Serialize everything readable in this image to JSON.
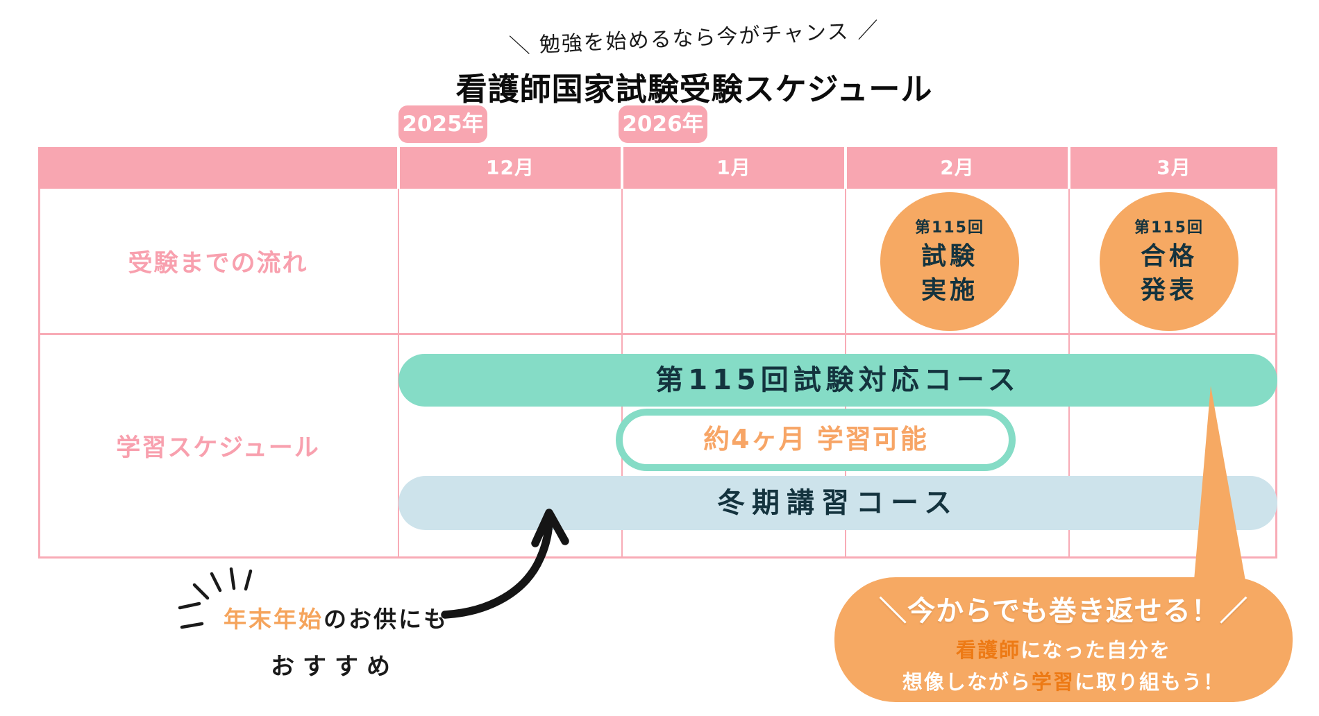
{
  "colors": {
    "pink": "#F8A6B1",
    "pink-line": "#F8ABB6",
    "orange": "#F6A963",
    "orange-deep": "#ED7A15",
    "orange-text": "#F7A566",
    "teal": "#85DCC6",
    "blue": "#CDE3EB",
    "navy": "#14333E",
    "note-orange": "#F5A45C"
  },
  "tagline": "＼ 勉強を始めるなら今がチャンス ／",
  "title": "看護師国家試験受験スケジュール",
  "years": {
    "y2025": "2025年",
    "y2026": "2026年"
  },
  "table": {
    "months": [
      "12月",
      "1月",
      "2月",
      "3月"
    ],
    "row1_label": "受験までの流れ",
    "row2_label": "学習スケジュール"
  },
  "events": {
    "exam": {
      "round": "第115回",
      "line1": "試験",
      "line2": "実施"
    },
    "result": {
      "round": "第115回",
      "line1": "合格",
      "line2": "発表"
    }
  },
  "courses": {
    "main": "第115回試験対応コース",
    "duration": "約4ヶ月 学習可能",
    "winter": "冬期講習コース"
  },
  "note": {
    "highlight": "年末年始",
    "rest": "のお供にも",
    "line2": "おすすめ"
  },
  "bubble": {
    "line1": "＼今からでも巻き返せる！／",
    "line2_highlight": "看護師",
    "line2_rest": "になった自分を",
    "line3_pre": "想像しながら",
    "line3_highlight": "学習",
    "line3_rest": "に取り組もう！"
  }
}
